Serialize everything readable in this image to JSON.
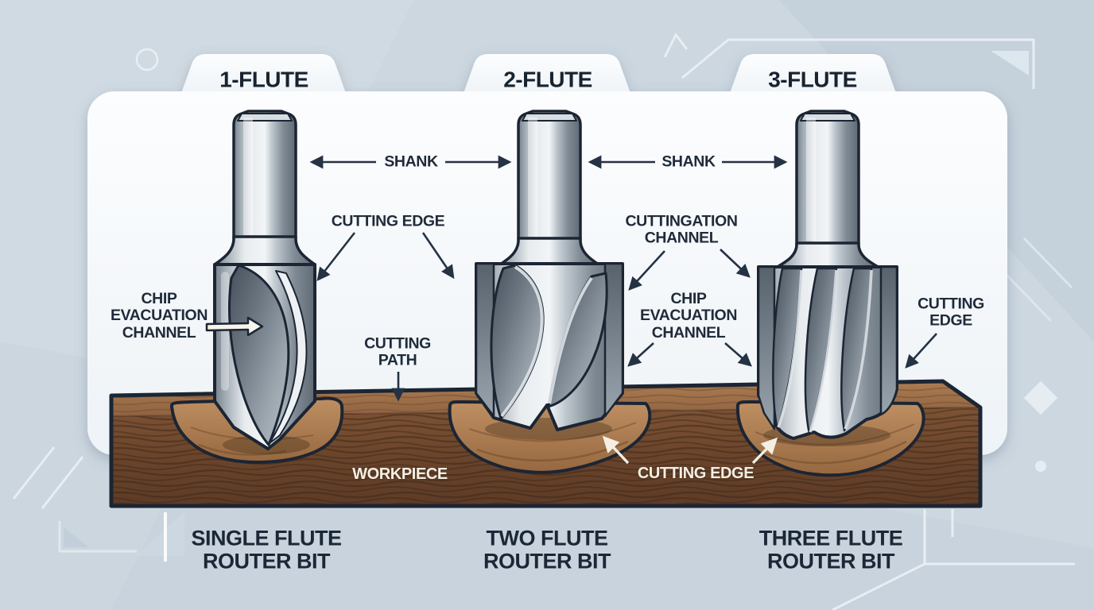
{
  "title": "Router bit flute comparison diagram",
  "tabs": [
    {
      "label": "1-FLUTE"
    },
    {
      "label": "2-FLUTE"
    },
    {
      "label": "3-FLUTE"
    }
  ],
  "labels": {
    "shank_1": "SHANK",
    "shank_2": "SHANK",
    "cutting_edge_top": "CUTTING EDGE",
    "cuttingation_channel": "CUTTINGATION\nCHANNEL",
    "chip_evacuation_left": "CHIP\nEVACUATION\nCHANNEL",
    "cutting_path": "CUTTING\nPATH",
    "chip_evacuation_mid": "CHIP\nEVACUATION\nCHANNEL",
    "cutting_edge_right": "CUTTING\nEDGE",
    "workpiece": "WORKPIECE",
    "cutting_edge_bottom": "CUTTING EDGE"
  },
  "captions": {
    "bit1": "SINGLE FLUTE\nROUTER BIT",
    "bit2": "TWO FLUTE\nROUTER BIT",
    "bit3": "THREE FLUTE\nROUTER BIT"
  },
  "colors": {
    "background": "#ccd7e0",
    "card": "#f7fafc",
    "label_navy": "#1f2b3a",
    "label_cream": "#f4efe4",
    "outline": "#1c2533",
    "wood_front": "#6e4a30",
    "wood_top": "#a3744c",
    "wood_pocket": "#b5855c",
    "metal_light": "#eef1f3",
    "metal_dark": "#5f6a75"
  }
}
